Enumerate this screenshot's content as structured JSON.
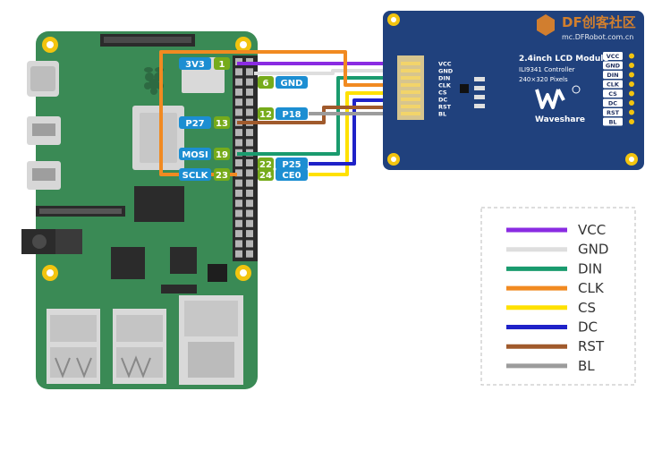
{
  "watermark": {
    "brand": "DF创客社区",
    "url": "mc.DFRobot.com.cn"
  },
  "pi_labels": {
    "3v3": "3V3",
    "pin1": "1",
    "p27": "P27",
    "pin13a": "13",
    "mosi": "MOSI",
    "pin19": "19",
    "sclk": "SCLK",
    "pin23": "23",
    "pin6": "6",
    "gnd": "GND",
    "pin12": "12",
    "p18": "P18",
    "pin22": "22",
    "p25": "P25",
    "pin24": "24",
    "ce0": "CE0"
  },
  "lcd": {
    "title": "2.4inch LCD Module",
    "controller": "ILI9341 Controller",
    "pixels": "240×320 Pixels",
    "brand": "Waveshare",
    "left_pins": [
      "VCC",
      "GND",
      "DIN",
      "CLK",
      "CS",
      "DC",
      "RST",
      "BL"
    ],
    "right_pins": [
      "VCC",
      "GND",
      "DIN",
      "CLK",
      "CS",
      "DC",
      "RST",
      "BL"
    ]
  },
  "legend": [
    {
      "label": "VCC",
      "color": "#8a2be2"
    },
    {
      "label": "GND",
      "color": "#dedede"
    },
    {
      "label": "DIN",
      "color": "#1a9b6e"
    },
    {
      "label": "CLK",
      "color": "#f18a21"
    },
    {
      "label": "CS",
      "color": "#ffe100"
    },
    {
      "label": "DC",
      "color": "#1f22c8"
    },
    {
      "label": "RST",
      "color": "#a05a2c"
    },
    {
      "label": "BL",
      "color": "#9c9c9c"
    }
  ],
  "colors": {
    "pi_board": "#3a8a55",
    "lcd_board": "#20417d",
    "label_blue": "#1c8ed2",
    "pin_green": "#76ab1b"
  }
}
